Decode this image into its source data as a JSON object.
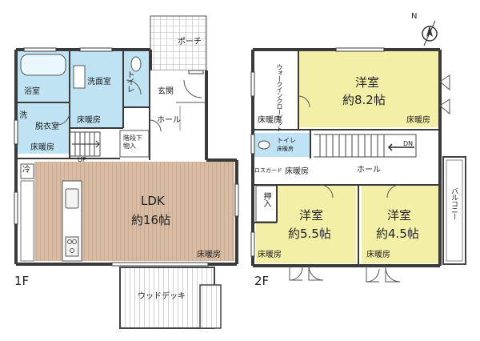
{
  "floor1": {
    "floor_label": "1F",
    "porch": "ポーチ",
    "bath": "浴室",
    "washroom": "洗面室",
    "toilet": "トイレ",
    "entrance": "玄関",
    "wash_mark": "洗",
    "dressing": "脱衣室",
    "hall": "ホール",
    "under_stair_storage": "階段下物入",
    "fridge": "冷",
    "up": "UP",
    "ldk_name": "LDK",
    "ldk_size": "約16帖",
    "wood_deck": "ウッドデッキ",
    "floor_heat_washroom": "床暖房",
    "floor_heat_dressing": "床暖房",
    "floor_heat_ldk": "床暖房"
  },
  "floor2": {
    "floor_label": "2F",
    "north": "N",
    "walk_in_closet": "ウォークインクローゼット",
    "room1_name": "洋室",
    "room1_size": "約8.2帖",
    "toilet": "トイレ",
    "toilet_heat": "床暖房",
    "down": "DN",
    "rost_guard": "ロスガード",
    "hall": "ホール",
    "closet": "押入",
    "room2_name": "洋室",
    "room2_size": "約5.5帖",
    "room3_name": "洋室",
    "room3_size": "約4.5帖",
    "balcony": "バルコニー",
    "floor_heat_wic": "床暖房",
    "floor_heat_room1": "床暖房",
    "floor_heat_hall": "床暖房",
    "floor_heat_room2": "床暖房",
    "floor_heat_room3": "床暖房"
  },
  "colors": {
    "wet_area": "#bfe3f3",
    "room": "#f4efa6",
    "ldk_floor": "#d7bba3",
    "wall": "#3a3a3a"
  }
}
